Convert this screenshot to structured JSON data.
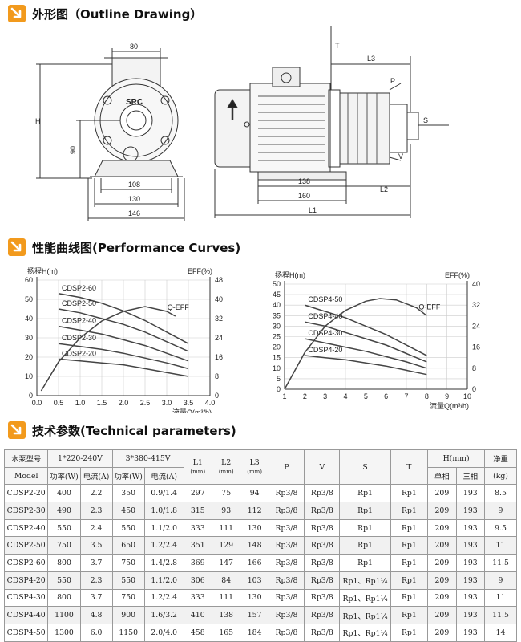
{
  "sections": {
    "outline": "外形图（Outline Drawing）",
    "curves": "性能曲线图(Performance Curves)",
    "params": "技术参数(Technical parameters)"
  },
  "drawing": {
    "front": {
      "dim_80": "80",
      "dim_H": "H",
      "dim_90": "90",
      "dim_108": "108",
      "dim_130": "130",
      "dim_146": "146",
      "logo": "SRC"
    },
    "side": {
      "T": "T",
      "L3": "L3",
      "P": "P",
      "S": "S",
      "V": "V",
      "dim_138": "138",
      "L2": "L2",
      "dim_160": "160",
      "L1": "L1"
    }
  },
  "chart_data": [
    {
      "type": "line",
      "y_title": "扬程H(m)",
      "y2_title": "EFF(%)",
      "x_title": "流量Q(m³/h)",
      "xlim": [
        0,
        4.0
      ],
      "x_ticks": [
        "0.0",
        "0.5",
        "1.0",
        "1.5",
        "2.0",
        "2.5",
        "3.0",
        "3.5",
        "4.0"
      ],
      "ylim": [
        0,
        60
      ],
      "y_ticks": [
        "0",
        "10",
        "20",
        "30",
        "40",
        "50",
        "60"
      ],
      "y2lim": [
        0,
        48
      ],
      "y2_ticks": [
        "0",
        "8",
        "16",
        "24",
        "32",
        "40",
        "48"
      ],
      "series": [
        {
          "name": "CDSP2-60",
          "x": [
            0.5,
            1.0,
            1.5,
            2.0,
            2.5,
            3.0,
            3.5
          ],
          "y": [
            53,
            51,
            48,
            44,
            39,
            33,
            27
          ]
        },
        {
          "name": "CDSP2-50",
          "x": [
            0.5,
            1.0,
            1.5,
            2.0,
            2.5,
            3.0,
            3.5
          ],
          "y": [
            45,
            43,
            40,
            37,
            33,
            28,
            23
          ]
        },
        {
          "name": "CDSP2-40",
          "x": [
            0.5,
            1.0,
            1.5,
            2.0,
            2.5,
            3.0,
            3.5
          ],
          "y": [
            36,
            34,
            32,
            29,
            26,
            22,
            18
          ]
        },
        {
          "name": "CDSP2-30",
          "x": [
            0.5,
            1.0,
            1.5,
            2.0,
            2.5,
            3.0,
            3.5
          ],
          "y": [
            27,
            25.5,
            24,
            22,
            19.5,
            17,
            14
          ]
        },
        {
          "name": "CDSP2-20",
          "x": [
            0.5,
            1.0,
            1.5,
            2.0,
            2.5,
            3.0,
            3.5
          ],
          "y": [
            19,
            18,
            17,
            16,
            14,
            12,
            10
          ]
        },
        {
          "name": "Q-EFF",
          "axis": "right",
          "x": [
            0.1,
            0.5,
            1.0,
            1.5,
            2.0,
            2.5,
            3.0,
            3.2
          ],
          "y": [
            2,
            14,
            24,
            31,
            35,
            37,
            35,
            33
          ]
        }
      ]
    },
    {
      "type": "line",
      "y_title": "扬程H(m)",
      "y2_title": "EFF(%)",
      "x_title": "流量Q(m³/h)",
      "xlim": [
        1,
        10
      ],
      "x_ticks": [
        "1",
        "2",
        "3",
        "4",
        "5",
        "6",
        "7",
        "8",
        "9",
        "10"
      ],
      "ylim": [
        0,
        50
      ],
      "y_ticks": [
        "0",
        "5",
        "10",
        "15",
        "20",
        "25",
        "30",
        "35",
        "40",
        "45",
        "50"
      ],
      "y2lim": [
        0,
        40
      ],
      "y2_ticks": [
        "0",
        "8",
        "16",
        "24",
        "32",
        "40"
      ],
      "series": [
        {
          "name": "CDSP4-50",
          "x": [
            2,
            3,
            4,
            5,
            6,
            7,
            8
          ],
          "y": [
            40,
            37,
            34,
            30,
            26,
            21,
            16
          ]
        },
        {
          "name": "CDSP4-40",
          "x": [
            2,
            3,
            4,
            5,
            6,
            7,
            8
          ],
          "y": [
            32,
            30,
            27,
            24,
            21,
            17,
            13
          ]
        },
        {
          "name": "CDSP4-30",
          "x": [
            2,
            3,
            4,
            5,
            6,
            7,
            8
          ],
          "y": [
            24,
            22,
            20,
            18,
            15.5,
            13,
            10
          ]
        },
        {
          "name": "CDSP4-20",
          "x": [
            2,
            3,
            4,
            5,
            6,
            7,
            8
          ],
          "y": [
            16,
            15,
            14,
            12.5,
            11,
            9,
            7
          ]
        },
        {
          "name": "Q-EFF",
          "axis": "right",
          "x": [
            1,
            2,
            3,
            4,
            5,
            5.7,
            6.5,
            7.5,
            8
          ],
          "y": [
            0,
            14,
            24,
            30,
            33.5,
            34.5,
            34,
            31,
            28
          ]
        }
      ]
    }
  ],
  "table": {
    "h_model_cn": "水泵型号",
    "h_model_en": "Model",
    "h_v1": "1*220-240V",
    "h_v3": "3*380-415V",
    "h_power": "功率(W)",
    "h_current": "电流(A)",
    "h_L1": "L1",
    "h_L2": "L2",
    "h_L3": "L3",
    "h_mm": "(mm)",
    "h_P": "P",
    "h_V": "V",
    "h_S": "S",
    "h_T": "T",
    "h_H": "H(mm)",
    "h_single": "单相",
    "h_three": "三相",
    "h_weight": "净重",
    "h_kg": "(kg)",
    "rows": [
      [
        "CDSP2-20",
        "400",
        "2.2",
        "350",
        "0.9/1.4",
        "297",
        "75",
        "94",
        "Rp3/8",
        "Rp3/8",
        "Rp1",
        "Rp1",
        "209",
        "193",
        "8.5"
      ],
      [
        "CDSP2-30",
        "490",
        "2.3",
        "450",
        "1.0/1.8",
        "315",
        "93",
        "112",
        "Rp3/8",
        "Rp3/8",
        "Rp1",
        "Rp1",
        "209",
        "193",
        "9"
      ],
      [
        "CDSP2-40",
        "550",
        "2.4",
        "550",
        "1.1/2.0",
        "333",
        "111",
        "130",
        "Rp3/8",
        "Rp3/8",
        "Rp1",
        "Rp1",
        "209",
        "193",
        "9.5"
      ],
      [
        "CDSP2-50",
        "750",
        "3.5",
        "650",
        "1.2/2.4",
        "351",
        "129",
        "148",
        "Rp3/8",
        "Rp3/8",
        "Rp1",
        "Rp1",
        "209",
        "193",
        "11"
      ],
      [
        "CDSP2-60",
        "800",
        "3.7",
        "750",
        "1.4/2.8",
        "369",
        "147",
        "166",
        "Rp3/8",
        "Rp3/8",
        "Rp1",
        "Rp1",
        "209",
        "193",
        "11.5"
      ],
      [
        "CDSP4-20",
        "550",
        "2.3",
        "550",
        "1.1/2.0",
        "306",
        "84",
        "103",
        "Rp3/8",
        "Rp3/8",
        "Rp1、Rp1¼",
        "Rp1",
        "209",
        "193",
        "9"
      ],
      [
        "CDSP4-30",
        "800",
        "3.7",
        "750",
        "1.2/2.4",
        "333",
        "111",
        "130",
        "Rp3/8",
        "Rp3/8",
        "Rp1、Rp1¼",
        "Rp1",
        "209",
        "193",
        "11"
      ],
      [
        "CDSP4-40",
        "1100",
        "4.8",
        "900",
        "1.6/3.2",
        "410",
        "138",
        "157",
        "Rp3/8",
        "Rp3/8",
        "Rp1、Rp1¼",
        "Rp1",
        "209",
        "193",
        "11.5"
      ],
      [
        "CDSP4-50",
        "1300",
        "6.0",
        "1150",
        "2.0/4.0",
        "458",
        "165",
        "184",
        "Rp3/8",
        "Rp3/8",
        "Rp1、Rp1¼",
        "Rp1",
        "209",
        "193",
        "14"
      ]
    ]
  },
  "colors": {
    "accent": "#f29a1d",
    "curve": "#444444",
    "row_alt": "#f1f1f1"
  }
}
